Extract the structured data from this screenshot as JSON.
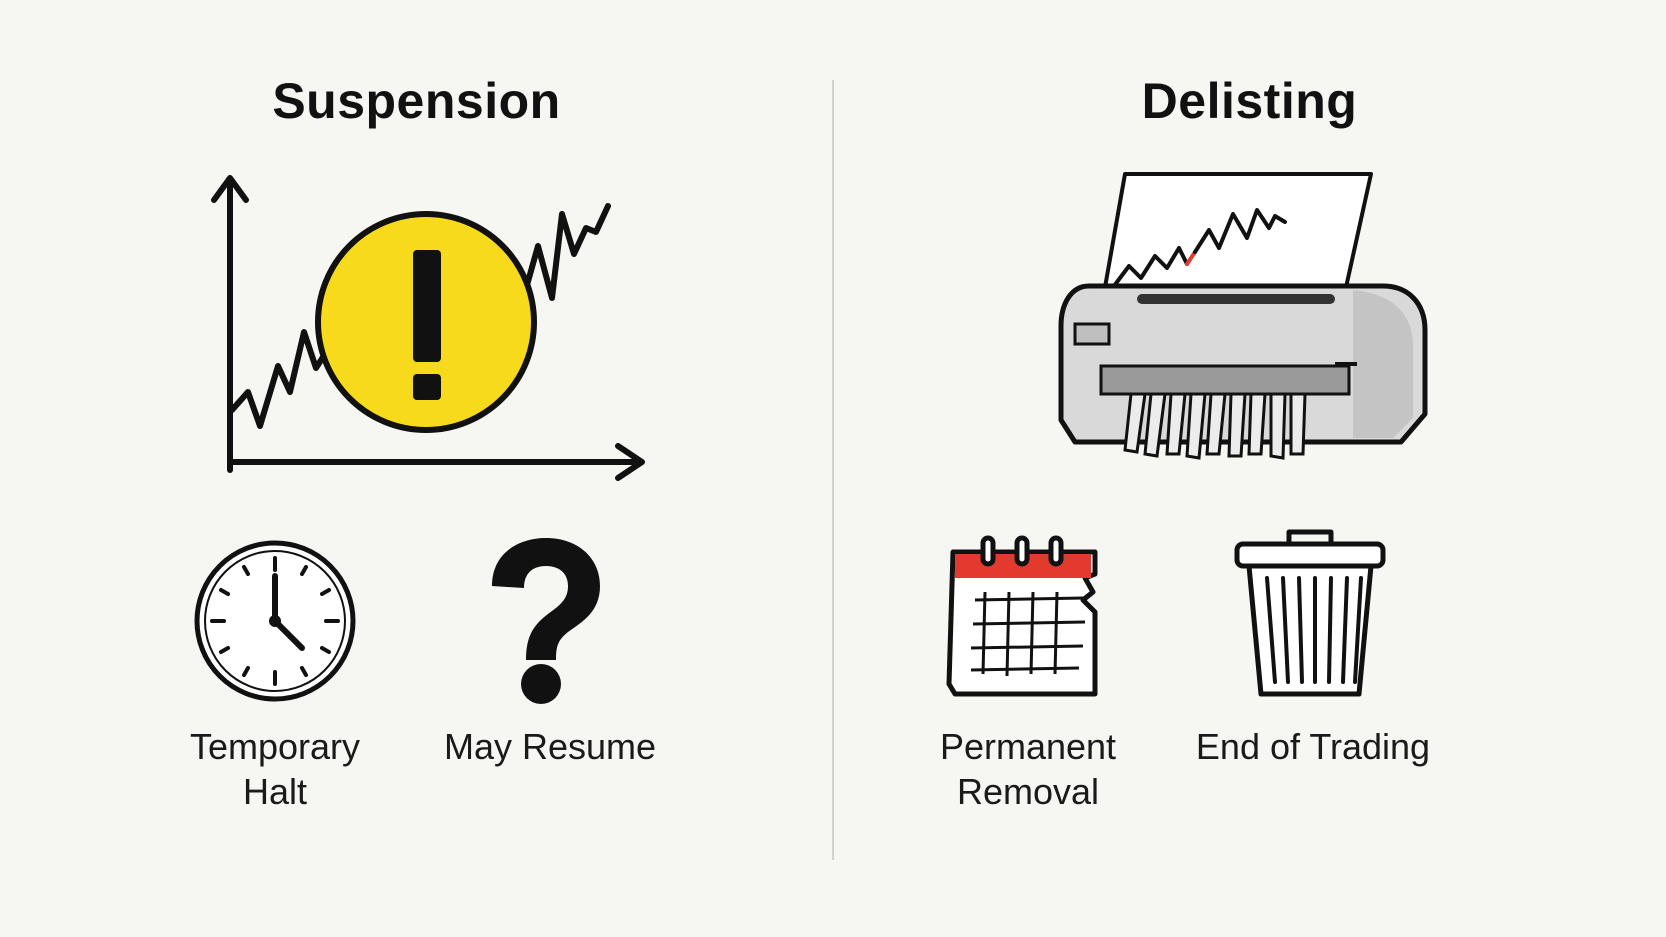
{
  "suspension": {
    "title": "Suspension",
    "items": [
      {
        "icon": "clock-icon",
        "label_line1": "Temporary",
        "label_line2": "Halt"
      },
      {
        "icon": "question-mark-icon",
        "label_line1": "May Resume",
        "label_line2": ""
      }
    ]
  },
  "delisting": {
    "title": "Delisting",
    "items": [
      {
        "icon": "torn-calendar-icon",
        "label_line1": "Permanent",
        "label_line2": "Removal"
      },
      {
        "icon": "trash-can-icon",
        "label_line1": "End of Trading",
        "label_line2": ""
      }
    ]
  },
  "colors": {
    "warning_yellow": "#f7da1b",
    "accent_red": "#e23a2e",
    "ink": "#111111",
    "machine_gray": "#d9d9d9"
  }
}
